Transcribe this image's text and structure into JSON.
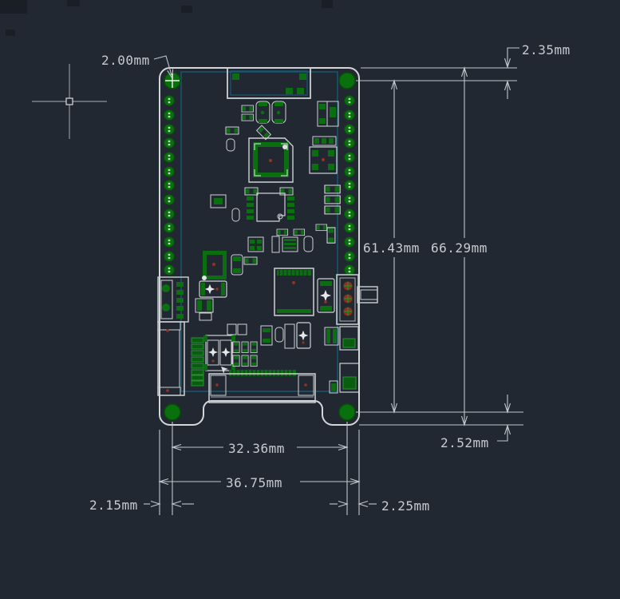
{
  "canvas": {
    "description": "CAD dimension drawing of a PCB module, top view",
    "units": "mm",
    "background_color": "#222831"
  },
  "dimensions": {
    "hole_diameter": "2.00mm",
    "top_edge_to_hole": "2.35mm",
    "hole_span_vertical": "61.43mm",
    "board_height": "66.29mm",
    "hole_span_horizontal": "32.36mm",
    "board_width": "36.75mm",
    "left_edge_to_hole": "2.15mm",
    "hole_to_right_edge": "2.25mm",
    "hole_to_bottom_edge": "2.52mm"
  },
  "colors": {
    "dimension_line": "#c0c6cc",
    "board_outline": "#d2d6d9",
    "pad_green": "#0b6e11",
    "hole_green": "#0a700e",
    "board_edge_teal": "#175a74",
    "marker_red": "#993020",
    "cursor_gray": "#8d949b"
  }
}
